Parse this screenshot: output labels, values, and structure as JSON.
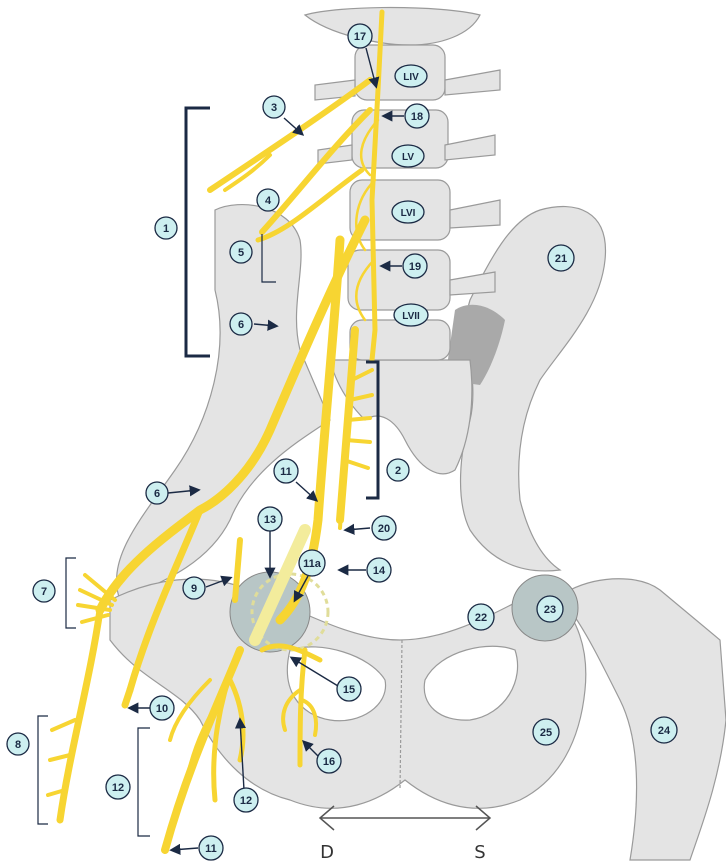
{
  "labels": [
    {
      "id": "1",
      "text": "1"
    },
    {
      "id": "2",
      "text": "2"
    },
    {
      "id": "3",
      "text": "3"
    },
    {
      "id": "4",
      "text": "4"
    },
    {
      "id": "5",
      "text": "5"
    },
    {
      "id": "6a",
      "text": "6"
    },
    {
      "id": "6b",
      "text": "6"
    },
    {
      "id": "7",
      "text": "7"
    },
    {
      "id": "8",
      "text": "8"
    },
    {
      "id": "9",
      "text": "9"
    },
    {
      "id": "10",
      "text": "10"
    },
    {
      "id": "11a",
      "text": "11"
    },
    {
      "id": "11b",
      "text": "11"
    },
    {
      "id": "11sub",
      "text": "11a"
    },
    {
      "id": "12a",
      "text": "12"
    },
    {
      "id": "12b",
      "text": "12"
    },
    {
      "id": "13",
      "text": "13"
    },
    {
      "id": "14",
      "text": "14"
    },
    {
      "id": "15",
      "text": "15"
    },
    {
      "id": "16",
      "text": "16"
    },
    {
      "id": "17",
      "text": "17"
    },
    {
      "id": "18",
      "text": "18"
    },
    {
      "id": "19",
      "text": "19"
    },
    {
      "id": "20",
      "text": "20"
    },
    {
      "id": "21",
      "text": "21"
    },
    {
      "id": "22",
      "text": "22"
    },
    {
      "id": "23",
      "text": "23"
    },
    {
      "id": "24",
      "text": "24"
    },
    {
      "id": "25",
      "text": "25"
    }
  ],
  "vertebrae": [
    "LIV",
    "LV",
    "LVI",
    "LVII"
  ],
  "direction": {
    "left": "D",
    "right": "S"
  },
  "colors": {
    "nerve": "#f7d532",
    "nerve_stroke": "#c9a41a",
    "bone": "#e4e4e4",
    "bone_dark": "#b9b9b9",
    "label_fill": "#cdeff0",
    "label_stroke": "#1b2a44",
    "joint": "#b8c6c6"
  }
}
